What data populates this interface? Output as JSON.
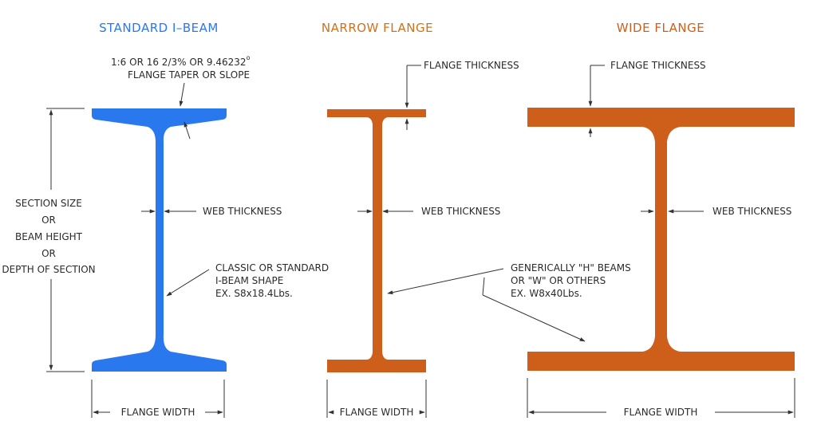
{
  "titles": {
    "standard": "STANDARD I–BEAM",
    "narrow": "NARROW FLANGE",
    "wide": "WIDE FLANGE"
  },
  "taper_note": {
    "line1": "1:6  OR  16 2/3%  OR  9.46232",
    "degree": "o",
    "line2": "FLANGE TAPER OR SLOPE"
  },
  "section_size_lines": [
    "SECTION SIZE",
    "OR",
    "BEAM HEIGHT",
    "OR",
    "DEPTH OF SECTION"
  ],
  "web_thickness_label": "WEB THICKNESS",
  "flange_thickness_label": "FLANGE THICKNESS",
  "flange_width_label": "FLANGE WIDTH",
  "classic_note": [
    "CLASSIC OR STANDARD",
    "I-BEAM SHAPE",
    "EX. S8x18.4Lbs."
  ],
  "generic_note": [
    "GENERICALLY \"H\" BEAMS",
    "OR \"W\" OR OTHERS",
    "EX. W8x40Lbs."
  ],
  "colors": {
    "standard_beam": "#2a78ee",
    "wide_flange_beam": "#cd5f1b",
    "narrow_title": "#d0711c",
    "wide_title": "#cd5f1b",
    "lines": "#333333",
    "text": "#2a2a2a"
  }
}
